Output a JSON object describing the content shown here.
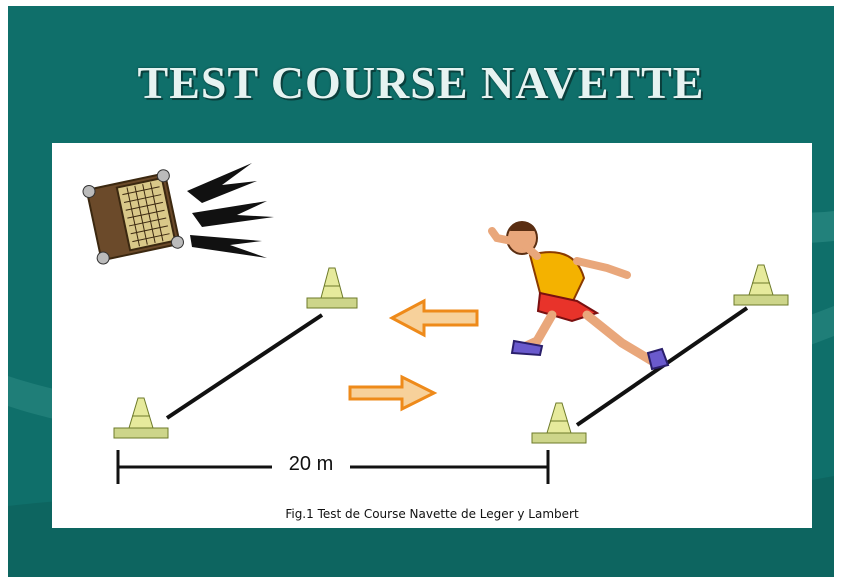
{
  "slide": {
    "title": "TEST COURSE NAVETTE",
    "background_color": "#0f6f6a"
  },
  "figure": {
    "distance_label": "20 m",
    "caption": "Fig.1 Test de Course Navette de Leger y Lambert",
    "icons": [
      "speaker-icon",
      "cone-icon",
      "runner-icon",
      "arrow-left-icon",
      "arrow-right-icon"
    ]
  }
}
